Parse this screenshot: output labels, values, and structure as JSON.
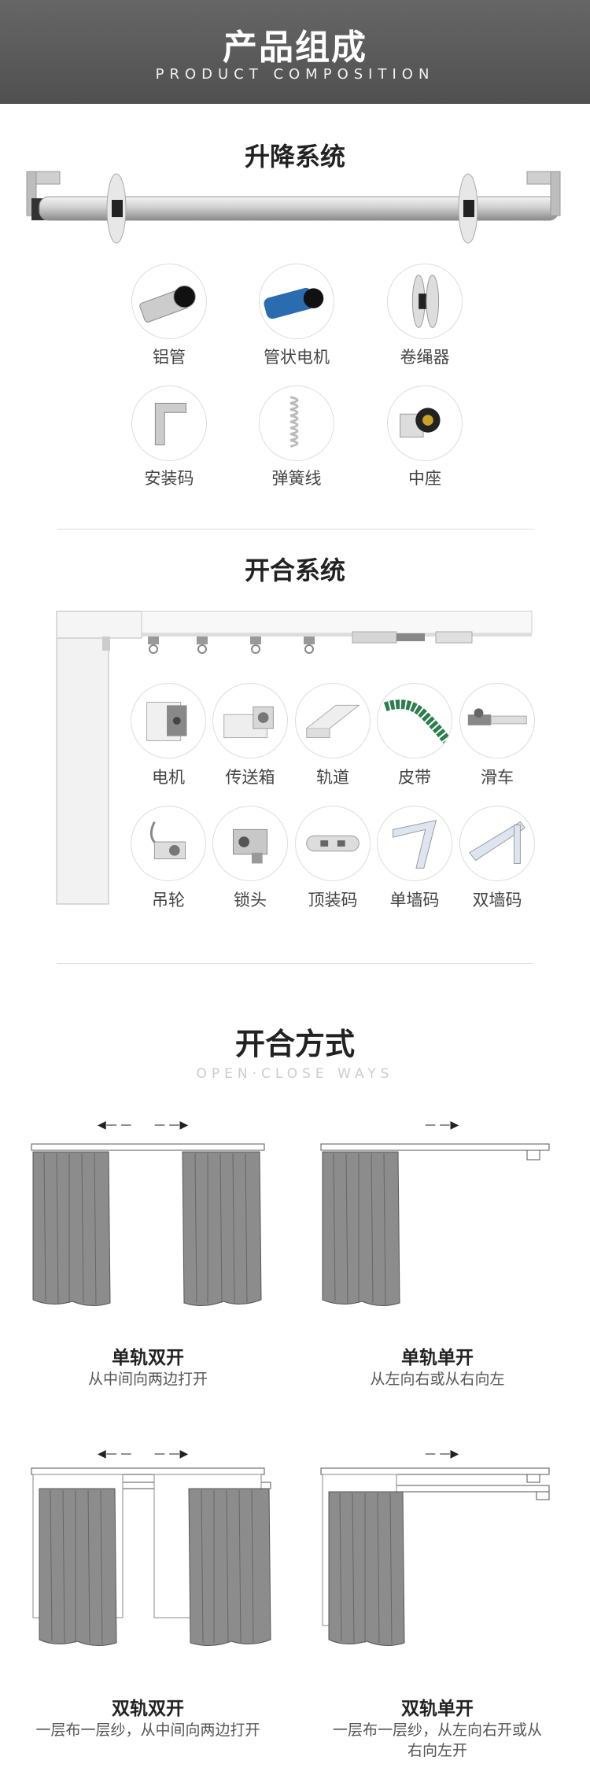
{
  "header": {
    "title": "产品组成",
    "subtitle": "PRODUCT COMPOSITION"
  },
  "lift_system": {
    "title": "升降系统",
    "parts": [
      "铝管",
      "管状电机",
      "卷绳器",
      "安装码",
      "弹簧线",
      "中座"
    ]
  },
  "open_close_system": {
    "title": "开合系统",
    "parts": [
      "电机",
      "传送箱",
      "轨道",
      "皮带",
      "滑车",
      "吊轮",
      "锁头",
      "顶装码",
      "单墙码",
      "双墙码"
    ]
  },
  "ways": {
    "title": "开合方式",
    "subtitle": "OPEN·CLOSE WAYS",
    "items": [
      {
        "name": "单轨双开",
        "desc": "从中间向两边打开"
      },
      {
        "name": "单轨单开",
        "desc": "从左向右或从右向左"
      },
      {
        "name": "双轨双开",
        "desc": "一层布一层纱，从中间向两边打开"
      },
      {
        "name": "双轨单开",
        "desc": "一层布一层纱，从左向右开或从右向左开"
      }
    ]
  },
  "colors": {
    "header_bg": "#555555",
    "curtain": "#8c8c8c",
    "accent_green": "#2e7d4f",
    "motor_blue": "#2b6cb0"
  }
}
